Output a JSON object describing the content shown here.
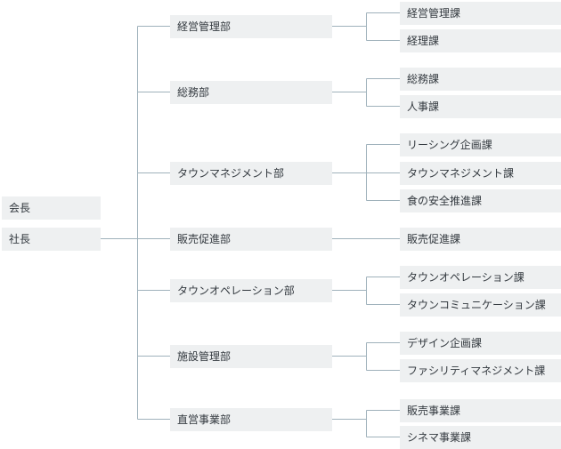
{
  "executives": [
    "会長",
    "社長"
  ],
  "departments": [
    {
      "name": "経営管理部",
      "sections": [
        "経営管理課",
        "経理課"
      ]
    },
    {
      "name": "総務部",
      "sections": [
        "総務課",
        "人事課"
      ]
    },
    {
      "name": "タウンマネジメント部",
      "sections": [
        "リーシング企画課",
        "タウンマネジメント課",
        "食の安全推進課"
      ]
    },
    {
      "name": "販売促進部",
      "sections": [
        "販売促進課"
      ]
    },
    {
      "name": "タウンオペレーション部",
      "sections": [
        "タウンオペレーション課",
        "タウンコミュニケーション課"
      ]
    },
    {
      "name": "施設管理部",
      "sections": [
        "デザイン企画課",
        "ファシリティマネジメント課"
      ]
    },
    {
      "name": "直営事業部",
      "sections": [
        "販売事業課",
        "シネマ事業課"
      ]
    }
  ]
}
